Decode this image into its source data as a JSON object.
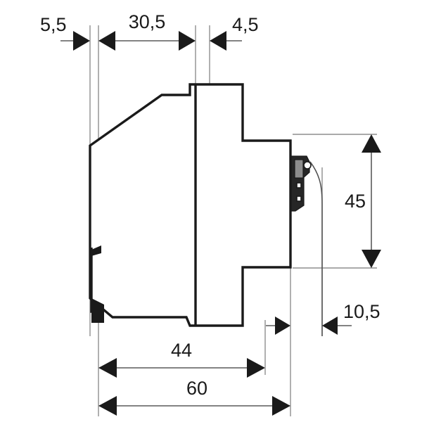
{
  "drawing": {
    "title": "Side view dimensioned drawing of modular DIN-rail device",
    "units": "mm",
    "background_color": "#ffffff",
    "line_color": "#1a1a1a",
    "extension_line_color": "#8e8e8e",
    "terminal_accent_color": "#8d8d8d"
  },
  "dimensions": {
    "top": [
      {
        "id": "dim-5-5",
        "label": "5,5",
        "value": 5.5,
        "orientation": "horizontal",
        "position": "top"
      },
      {
        "id": "dim-30-5",
        "label": "30,5",
        "value": 30.5,
        "orientation": "horizontal",
        "position": "top"
      },
      {
        "id": "dim-4-5",
        "label": "4,5",
        "value": 4.5,
        "orientation": "horizontal",
        "position": "top"
      }
    ],
    "right": [
      {
        "id": "dim-45",
        "label": "45",
        "value": 45,
        "orientation": "vertical",
        "position": "right"
      },
      {
        "id": "dim-10-5",
        "label": "10,5",
        "value": 10.5,
        "orientation": "horizontal",
        "position": "bottom-right"
      }
    ],
    "bottom": [
      {
        "id": "dim-44",
        "label": "44",
        "value": 44,
        "orientation": "horizontal",
        "position": "bottom"
      },
      {
        "id": "dim-60",
        "label": "60",
        "value": 60,
        "orientation": "horizontal",
        "position": "bottom"
      }
    ]
  }
}
